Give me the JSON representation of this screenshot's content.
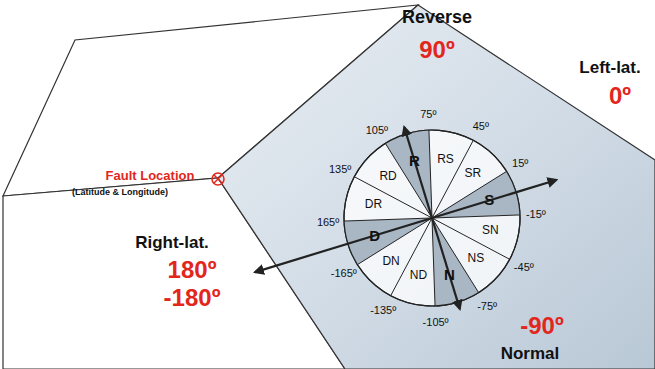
{
  "diagram": {
    "labels": [
      "Reverse",
      "90º",
      "Left-lat.",
      "0º",
      "Fault Location",
      "(Latitude & Longitude)",
      "Right-lat.",
      "180º",
      "-180º",
      "-90º",
      "Normal",
      "105º",
      "75º",
      "45º",
      "15º",
      "-15º",
      "-45º",
      "-75º",
      "-105º",
      "-135º",
      "-165º",
      "165º",
      "135º",
      "R",
      "RS",
      "SR",
      "S",
      "SN",
      "NS",
      "N",
      "ND",
      "DN",
      "D",
      "DR",
      "RD"
    ]
  }
}
